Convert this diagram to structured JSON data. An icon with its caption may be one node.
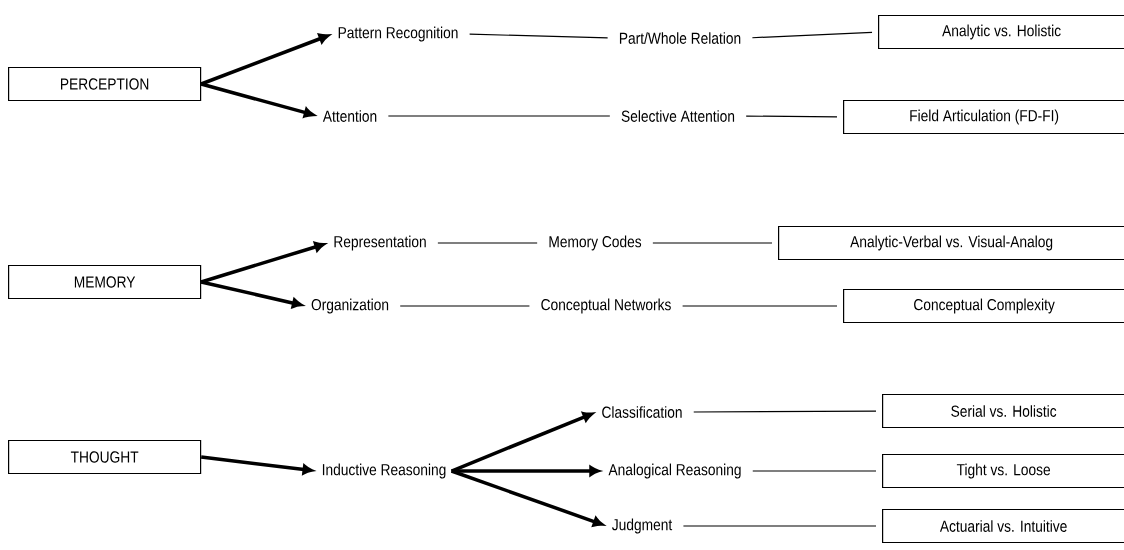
{
  "diagram": {
    "nodes": [
      {
        "text": [
          "PERCEPTION"
        ]
      },
      {
        "text": [
          "Pattern Recognition"
        ]
      },
      {
        "text": [
          "Attention"
        ]
      },
      {
        "text": [
          "Part/Whole Relation"
        ]
      },
      {
        "text": [
          "Selective Attention"
        ]
      },
      {
        "text": [
          "Analytic vs. Holistic"
        ]
      },
      {
        "text": [
          "Field Articulation (FD-FI)"
        ]
      },
      {
        "text": [
          "MEMORY"
        ]
      },
      {
        "text": [
          "Representation"
        ]
      },
      {
        "text": [
          "Organization"
        ]
      },
      {
        "text": [
          "Memory Codes"
        ]
      },
      {
        "text": [
          "Conceptual Networks"
        ]
      },
      {
        "text": [
          "Analytic-Verbal vs. Visual-Analog"
        ]
      },
      {
        "text": [
          "Conceptual Complexity"
        ]
      },
      {
        "text": [
          "THOUGHT"
        ]
      },
      {
        "text": [
          "Inductive Reasoning"
        ]
      },
      {
        "text": [
          "Classification"
        ]
      },
      {
        "text": [
          "Analogical Reasoning"
        ]
      },
      {
        "text": [
          "Judgment"
        ]
      },
      {
        "text": [
          "Serial vs. Holistic"
        ]
      },
      {
        "text": [
          "Tight vs. Loose"
        ]
      },
      {
        "text": [
          "Actuarial vs. Intuitive"
        ]
      }
    ],
    "edges": [
      {
        "from": 0,
        "to": 1,
        "arrow": "to",
        "style": "thick"
      },
      {
        "from": 0,
        "to": 2,
        "arrow": "to",
        "style": "thick"
      },
      {
        "from": 1,
        "to": 3,
        "arrow": "none"
      },
      {
        "from": 3,
        "to": 5,
        "arrow": "none"
      },
      {
        "from": 2,
        "to": 4,
        "arrow": "none"
      },
      {
        "from": 4,
        "to": 6,
        "arrow": "none"
      },
      {
        "from": 7,
        "to": 8,
        "arrow": "to",
        "style": "thick"
      },
      {
        "from": 7,
        "to": 9,
        "arrow": "to",
        "style": "thick"
      },
      {
        "from": 8,
        "to": 10,
        "arrow": "none"
      },
      {
        "from": 10,
        "to": 12,
        "arrow": "none"
      },
      {
        "from": 9,
        "to": 11,
        "arrow": "none"
      },
      {
        "from": 11,
        "to": 13,
        "arrow": "none"
      },
      {
        "from": 14,
        "to": 15,
        "arrow": "to",
        "style": "thick"
      },
      {
        "from": 15,
        "to": 16,
        "arrow": "to",
        "style": "thick"
      },
      {
        "from": 15,
        "to": 17,
        "arrow": "to",
        "style": "thick"
      },
      {
        "from": 15,
        "to": 18,
        "arrow": "to",
        "style": "thick"
      },
      {
        "from": 16,
        "to": 19,
        "arrow": "none"
      },
      {
        "from": 17,
        "to": 20,
        "arrow": "none"
      },
      {
        "from": 18,
        "to": 21,
        "arrow": "none"
      }
    ]
  }
}
